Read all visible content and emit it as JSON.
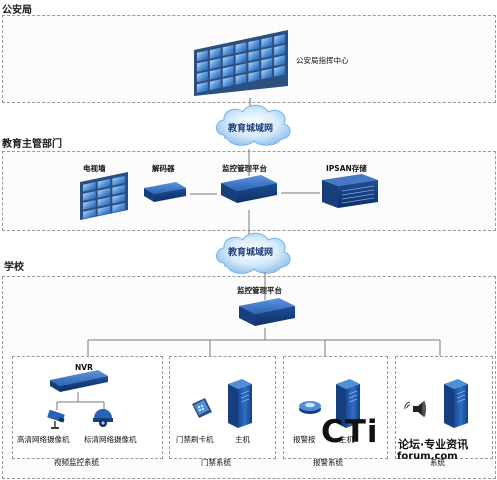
{
  "sections": {
    "police": {
      "title": "公安局",
      "command_center": "公安局指挥中心"
    },
    "cloud_top": {
      "label": "教育城域网"
    },
    "edu_dept": {
      "title": "教育主管部门",
      "video_wall": "电视墙",
      "decoder": "解码器",
      "platform": "监控管理平台",
      "ipsan": "IPSAN存储"
    },
    "cloud_bottom": {
      "label": "教育城域网"
    },
    "school": {
      "title": "学校",
      "platform": "监控管理平台",
      "video_system": {
        "nvr": "NVR",
        "hd_camera": "高清网络摄像机",
        "std_camera": "标清网络摄像机",
        "name": "视频监控系统"
      },
      "access_system": {
        "card_reader": "门禁刷卡机",
        "host": "主机",
        "name": "门禁系统"
      },
      "alarm_system": {
        "device": "报警按",
        "host": "主机",
        "name": "报警系统"
      },
      "broadcast_system": {
        "name": "系统"
      }
    }
  },
  "watermark": {
    "cti": "CTi",
    "cn": "论坛·专业资讯",
    "domain": "forum.com"
  },
  "colors": {
    "device_blue": "#2a63b5",
    "device_dark": "#17407e",
    "screen_blue": "#4f8fd8",
    "cloud_blue": "#9cc8ee"
  }
}
